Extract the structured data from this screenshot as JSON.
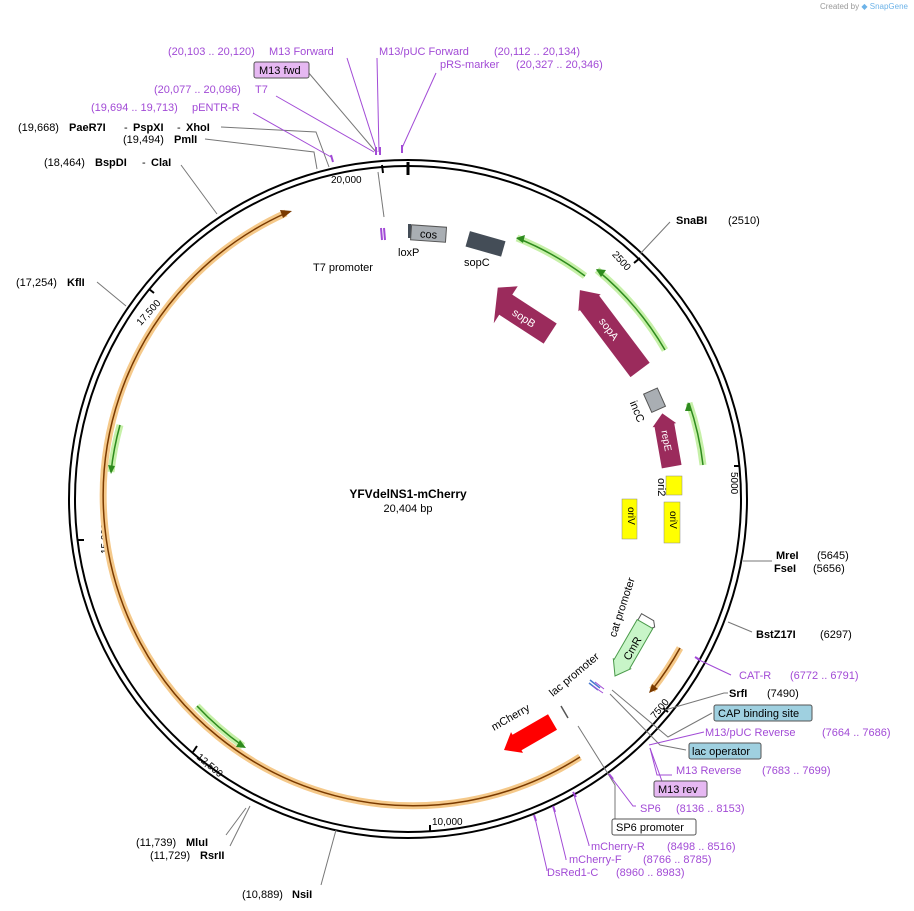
{
  "credit": {
    "created_by": "Created by",
    "brand": "SnapGene"
  },
  "plasmid": {
    "name": "YFVdelNS1-mCherry",
    "size": "20,404 bp"
  },
  "ticks": [
    "20,000",
    "2500",
    "5000",
    "7500",
    "10,000",
    "12,500",
    "15,000",
    "17,500"
  ],
  "sites": {
    "snabi": "SnaBI",
    "snabi_pos": "(2510)",
    "mrei": "MreI",
    "mrei_pos": "(5645)",
    "fsei": "FseI",
    "fsei_pos": "(5656)",
    "bstz17i": "BstZ17I",
    "bstz17i_pos": "(6297)",
    "srfi": "SrfI",
    "srfi_pos": "(7490)",
    "nsii": "NsiI",
    "nsii_pos": "(10,889)",
    "rsrii": "RsrII",
    "rsrii_pos": "(11,729)",
    "mlui": "MluI",
    "mlui_pos": "(11,739)",
    "kfli": "KflI",
    "kfli_pos": "(17,254)",
    "bspdi": "BspDI",
    "clai": "ClaI",
    "bspdi_pos": "(18,464)",
    "pmli": "PmlI",
    "pmli_pos": "(19,494)",
    "paer7i": "PaeR7I",
    "pspxi": "PspXI",
    "xhoi": "XhoI",
    "paer7i_pos": "(19,668)"
  },
  "primers": {
    "m13fwd_label": "M13 Forward",
    "m13fwd_range": "(20,103 .. 20,120)",
    "m13puc_fwd_label": "M13/pUC Forward",
    "m13puc_fwd_range": "(20,112 .. 20,134)",
    "prs_label": "pRS-marker",
    "prs_range": "(20,327 .. 20,346)",
    "t7_label": "T7",
    "t7_range": "(20,077 .. 20,096)",
    "pentr_label": "pENTR-R",
    "pentr_range": "(19,694 .. 19,713)",
    "catr_label": "CAT-R",
    "catr_range": "(6772 .. 6791)",
    "m13puc_rev_label": "M13/pUC Reverse",
    "m13puc_rev_range": "(7664 .. 7686)",
    "m13rev_label": "M13 Reverse",
    "m13rev_range": "(7683 .. 7699)",
    "sp6_label": "SP6",
    "sp6_range": "(8136 .. 8153)",
    "mcherryr_label": "mCherry-R",
    "mcherryr_range": "(8498 .. 8516)",
    "mcherryf_label": "mCherry-F",
    "mcherryf_range": "(8766 .. 8785)",
    "dsred_label": "DsRed1-C",
    "dsred_range": "(8960 .. 8983)"
  },
  "boxes": {
    "m13fwd": "M13 fwd",
    "cap": "CAP binding site",
    "lacop": "lac operator",
    "m13rev": "M13 rev",
    "sp6prom": "SP6 promoter"
  },
  "features": {
    "cos": "cos",
    "loxp": "loxP",
    "t7prom": "T7 promoter",
    "sopc": "sopC",
    "sopb": "sopB",
    "sopa": "sopA",
    "incc": "incC",
    "repe": "repE",
    "ori2": "ori2",
    "oriv1": "oriV",
    "oriv2": "oriV",
    "catprom": "cat promoter",
    "cmr": "CmR",
    "lacprom": "lac promoter",
    "mcherry": "mCherry"
  },
  "colors": {
    "backbone": "#000000",
    "primer": "#a24bd6",
    "sop": "#9b2b5c",
    "sopc": "#444d57",
    "grey_feature": "#a9aeb3",
    "ori": "#ffff00",
    "cmr": "#c8f5c8",
    "mcherry": "#ff0000",
    "orf_green": "#2e8b1e",
    "orf_orange": "#e8a033",
    "cap_box": "#9fd0e0",
    "m13_box": "#e6b8f2"
  }
}
